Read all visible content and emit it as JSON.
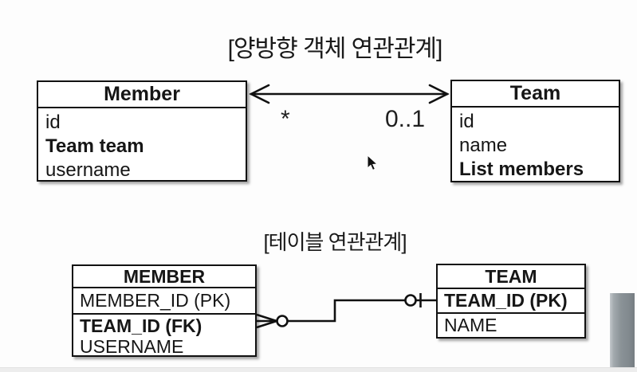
{
  "object_diagram": {
    "title": "[양방향 객체 연관관계]",
    "member_class": {
      "name": "Member",
      "field_id": "id",
      "field_team": "Team team",
      "field_username": "username"
    },
    "team_class": {
      "name": "Team",
      "field_id": "id",
      "field_name": "name",
      "field_members": "List members"
    },
    "association": {
      "member_cardinality": "*",
      "team_cardinality": "0..1"
    }
  },
  "table_diagram": {
    "title": "[테이블 연관관계]",
    "member_table": {
      "name": "MEMBER",
      "field_member_id": "MEMBER_ID (PK)",
      "field_team_id": "TEAM_ID (FK)",
      "field_username": "USERNAME"
    },
    "team_table": {
      "name": "TEAM",
      "field_team_id": "TEAM_ID (PK)",
      "field_name": "NAME"
    }
  },
  "icons": {
    "bidirectional_arrow": "double-headed-arrow",
    "member_end_marker": "crow-foot-zero-or-many",
    "team_end_marker": "zero-or-one",
    "cursor": "mouse-pointer"
  },
  "colors": {
    "ink": "#111111",
    "background": "#fdfdfd",
    "scrollbar_gray": "#8a9297",
    "bottom_strip": "#ededed"
  }
}
